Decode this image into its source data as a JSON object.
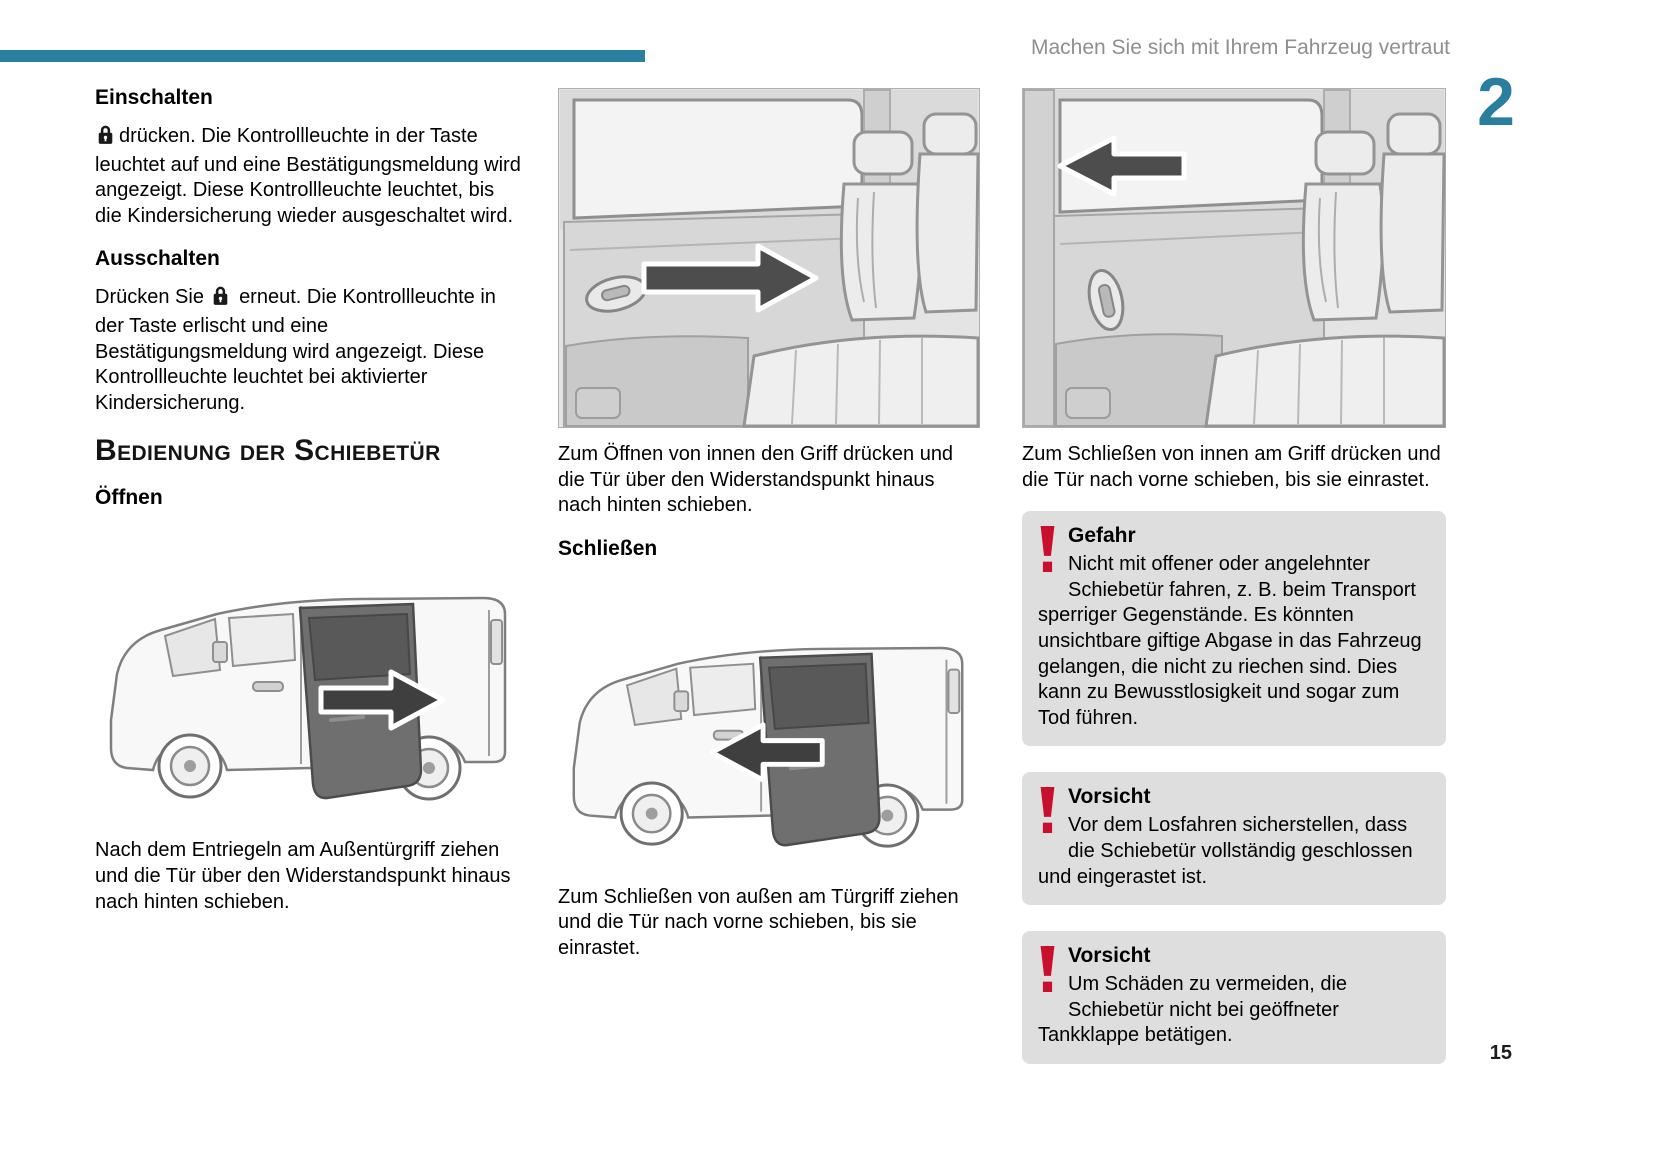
{
  "header": {
    "running_title": "Machen Sie sich mit Ihrem Fahrzeug vertraut",
    "chapter_number": "2"
  },
  "footer": {
    "page_number": "15"
  },
  "colors": {
    "accent_teal": "#2a7e9e",
    "warning_red": "#c8102e",
    "warning_box_bg": "#dedede"
  },
  "icons": {
    "child_lock": "padlock-icon",
    "warning": "exclamation-icon",
    "open_direction": "arrow-right-icon",
    "close_direction": "arrow-left-icon"
  },
  "left_column": {
    "einschalten": {
      "heading": "Einschalten",
      "body": "drücken. Die Kontrollleuchte in der Taste leuchtet auf und eine Bestätigungsmeldung wird angezeigt. Diese Kontrollleuchte leuchtet, bis die Kindersicherung wieder ausgeschaltet wird."
    },
    "ausschalten": {
      "heading": "Ausschalten",
      "body_before_icon": "Drücken Sie",
      "body_after_icon": "erneut. Die Kontrollleuchte in der Taste erlischt und eine Bestätigungsmeldung wird angezeigt. Diese Kontrollleuchte leuchtet bei aktivierter Kindersicherung."
    },
    "section_title": "Bedienung der Schiebetür",
    "oeffnen_heading": "Öffnen",
    "open_outside_caption": "Nach dem Entriegeln am Außentürgriff ziehen und die Tür über den Widerstandspunkt hinaus nach hinten schieben."
  },
  "middle_column": {
    "open_inside_caption": "Zum Öffnen von innen den Griff drücken und die Tür über den Widerstandspunkt hinaus nach hinten schieben.",
    "schliessen_heading": "Schließen",
    "close_outside_caption": "Zum Schließen von außen am Türgriff ziehen und die Tür nach vorne schieben, bis sie einrastet."
  },
  "right_column": {
    "close_inside_caption": "Zum Schließen von innen am Griff drücken und die Tür nach vorne schieben, bis sie einrastet.",
    "warnings": [
      {
        "title": "Gefahr",
        "body": "Nicht mit offener oder angelehnter Schiebetür fahren, z. B. beim Transport sperriger Gegenstände. Es könnten unsichtbare giftige Abgase in das Fahrzeug gelangen, die nicht zu riechen sind. Dies kann zu Bewusstlosigkeit und sogar zum Tod führen."
      },
      {
        "title": "Vorsicht",
        "body": "Vor dem Losfahren sicherstellen, dass die Schiebetür vollständig geschlossen und eingerastet ist."
      },
      {
        "title": "Vorsicht",
        "body": "Um Schäden zu vermeiden, die Schiebetür nicht bei geöffneter Tankklappe betätigen."
      }
    ]
  }
}
